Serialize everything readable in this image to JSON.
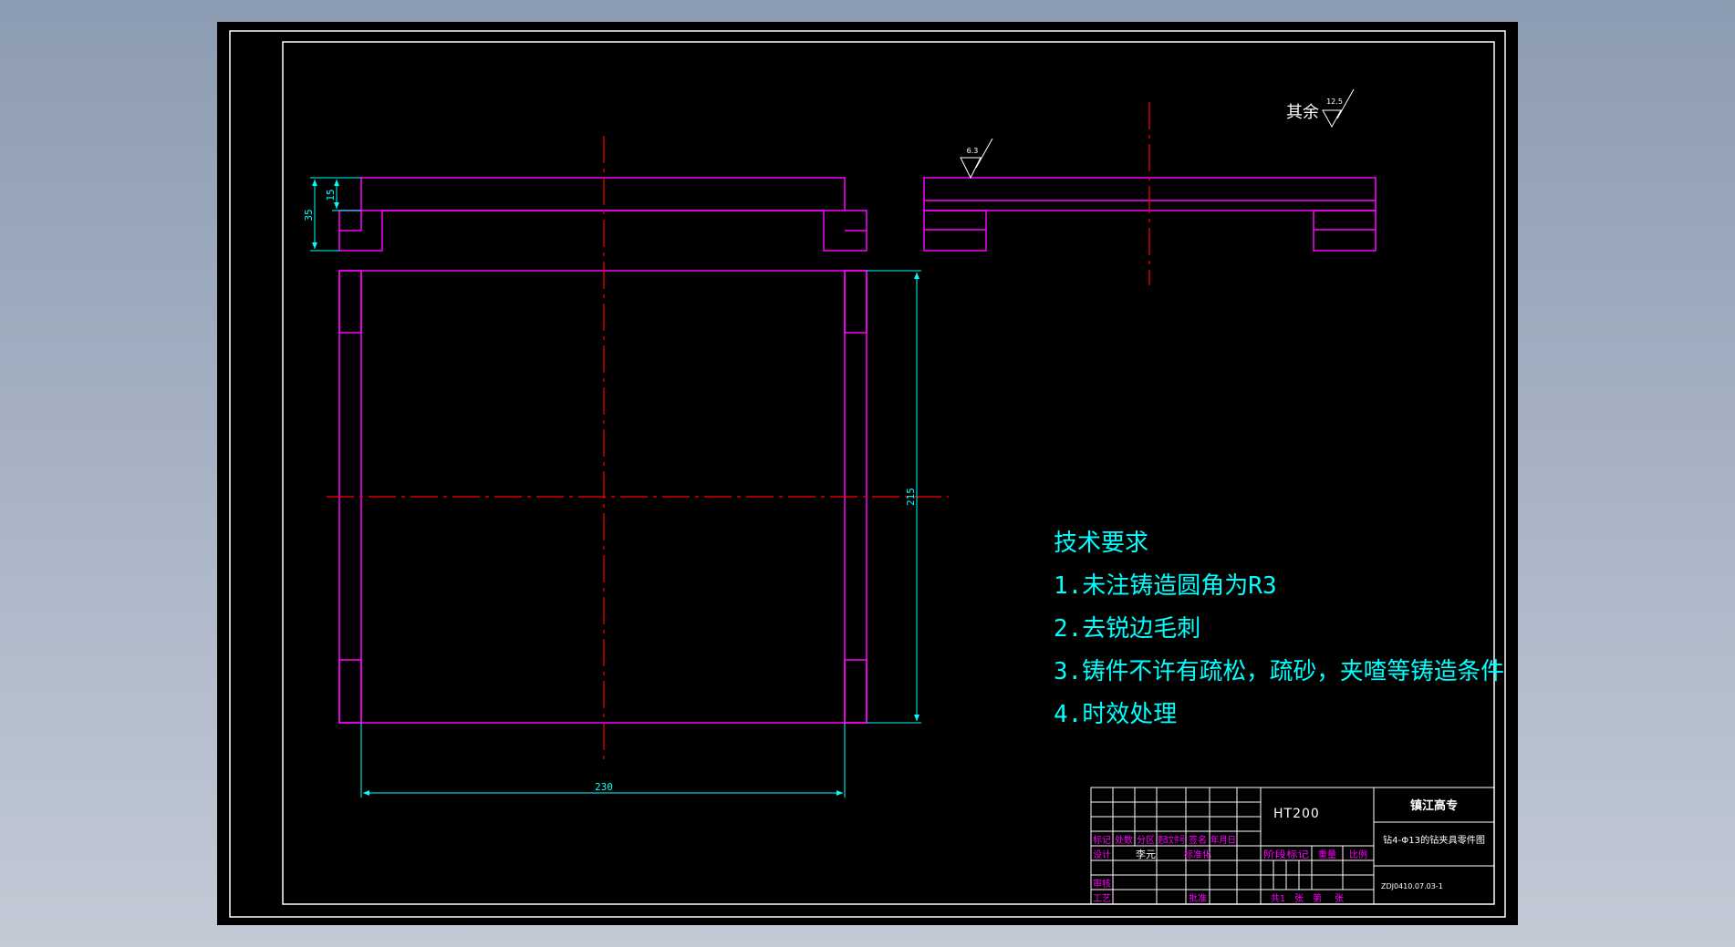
{
  "colors": {
    "background": "#000000",
    "border": "#ffffff",
    "part_outline": "#ff00ff",
    "dimension": "#00ffff",
    "center_line": "#ff0000",
    "tech_text": "#00ffff",
    "title_text": "#ffffff",
    "title_label": "#ff00ff"
  },
  "surface_finish": {
    "rest_label": "其余",
    "rest_value": "12.5",
    "top_value": "6.3"
  },
  "dimensions": {
    "height_total": "35",
    "flange_thickness": "15",
    "length": "215",
    "width": "230"
  },
  "tech_requirements": {
    "title": "技术要求",
    "items": [
      "1.未注铸造圆角为R3",
      "2.去锐边毛刺",
      "3.铸件不许有疏松，疏砂，夹喳等铸造条件",
      "4.时效处理"
    ]
  },
  "title_block": {
    "material": "HT200",
    "school": "镇江高专",
    "part_name": "钻4-Φ13的钻夹具零件图",
    "drawing_no": "ZDJ0410.07.03-1",
    "header_labels": [
      "标记",
      "处数",
      "分区",
      "更改文件号",
      "签名",
      "年月日"
    ],
    "designer_label": "设计",
    "designer_name": "李元",
    "standardize_label": "标准化",
    "review_label": "审核",
    "process_label": "工艺",
    "approve_label": "批准",
    "stage_label": "阶段标记",
    "weight_label": "重量",
    "scale_label": "比例",
    "sheet_total": "共1",
    "sheet_unit": "张",
    "sheet_index": "第",
    "sheet_unit2": "张"
  }
}
